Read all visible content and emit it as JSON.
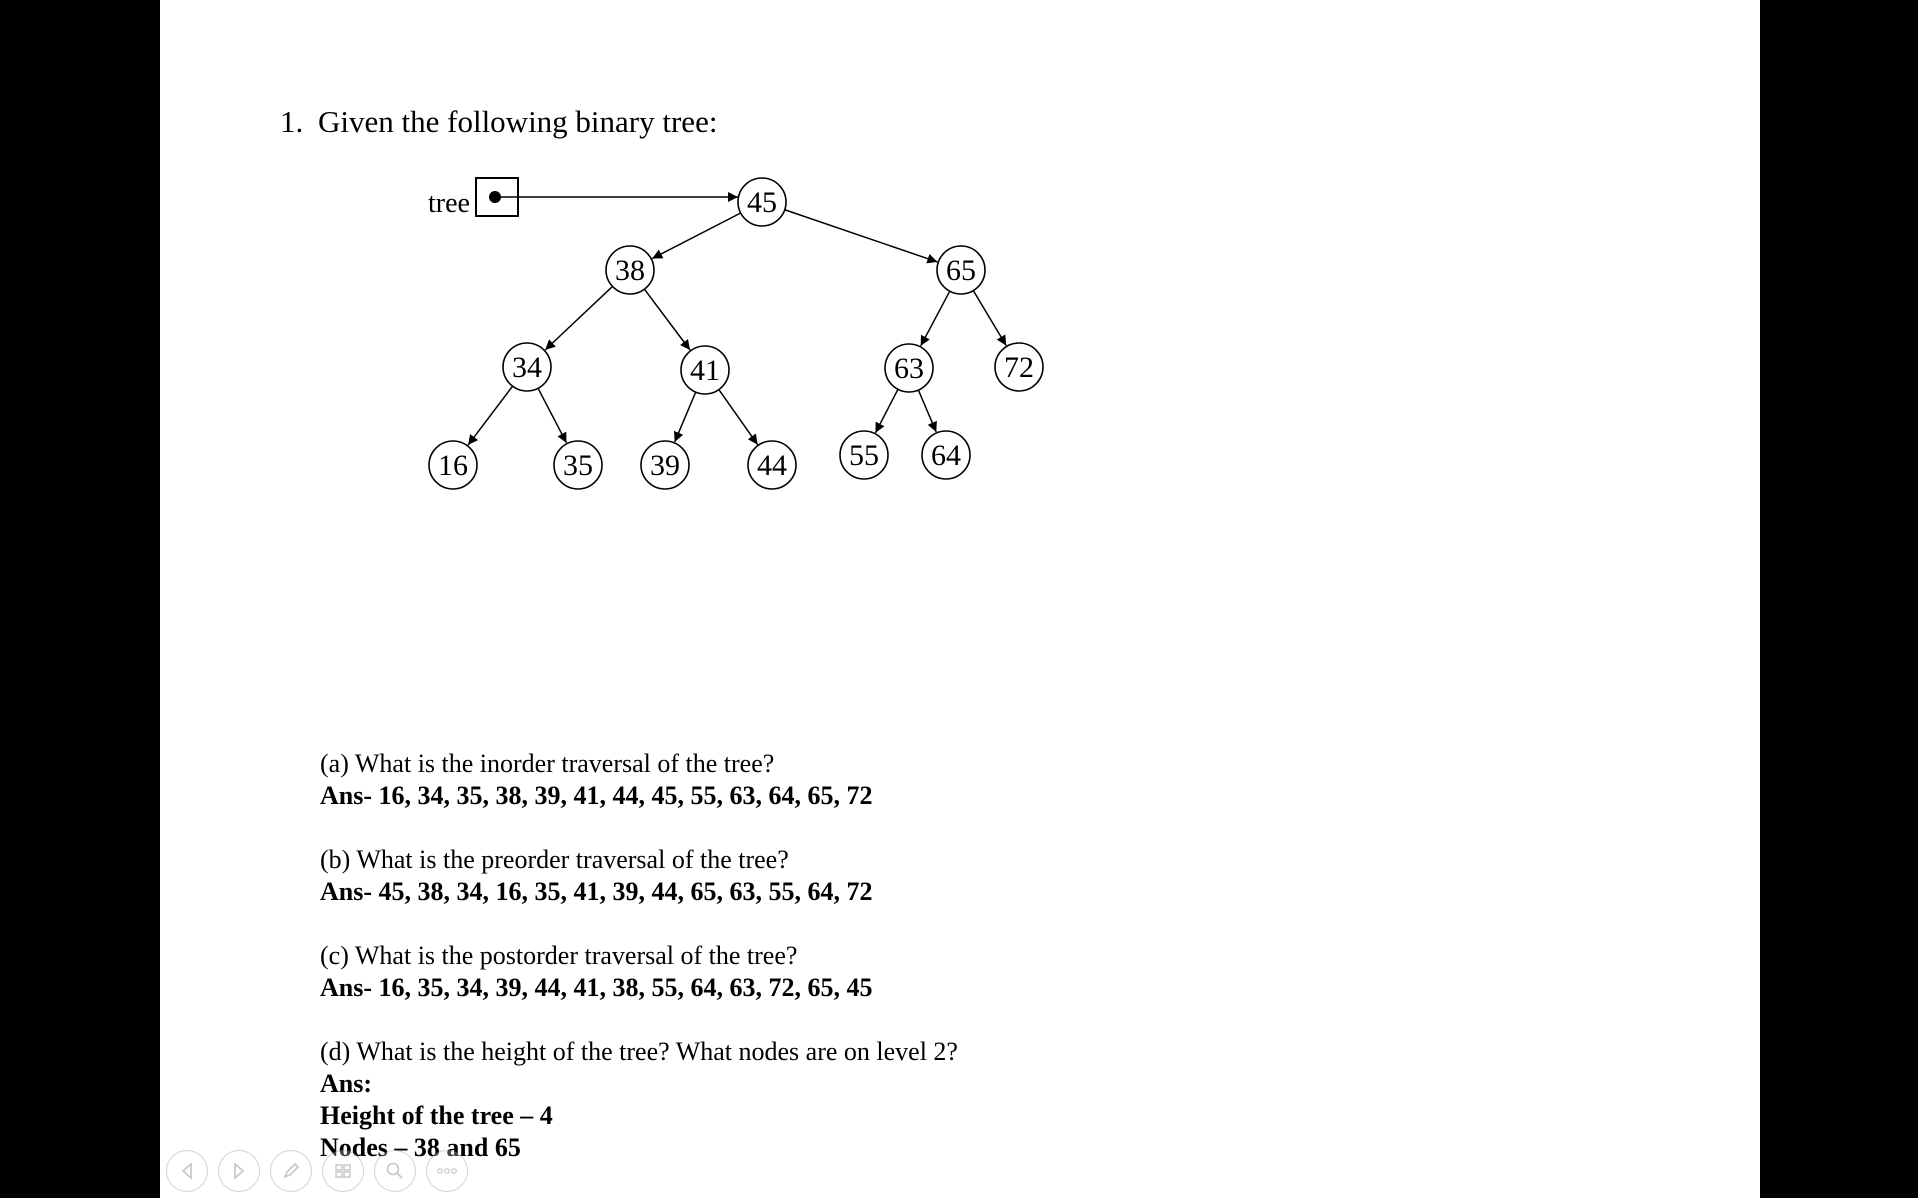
{
  "question": {
    "number": "1.",
    "text": "Given the following binary tree:"
  },
  "tree": {
    "label": "tree",
    "nodes": [
      {
        "key": "45"
      },
      {
        "key": "38"
      },
      {
        "key": "65"
      },
      {
        "key": "34"
      },
      {
        "key": "41"
      },
      {
        "key": "63"
      },
      {
        "key": "72"
      },
      {
        "key": "16"
      },
      {
        "key": "35"
      },
      {
        "key": "39"
      },
      {
        "key": "44"
      },
      {
        "key": "55"
      },
      {
        "key": "64"
      }
    ],
    "edges": [
      [
        "45",
        "38"
      ],
      [
        "45",
        "65"
      ],
      [
        "38",
        "34"
      ],
      [
        "38",
        "41"
      ],
      [
        "65",
        "63"
      ],
      [
        "65",
        "72"
      ],
      [
        "34",
        "16"
      ],
      [
        "34",
        "35"
      ],
      [
        "41",
        "39"
      ],
      [
        "41",
        "44"
      ],
      [
        "63",
        "55"
      ],
      [
        "63",
        "64"
      ]
    ]
  },
  "parts": {
    "a": {
      "question": "(a)  What is the inorder traversal of the tree?",
      "answer": "Ans- 16, 34, 35, 38, 39, 41, 44, 45, 55, 63, 64, 65, 72"
    },
    "b": {
      "question": "(b)  What is the preorder traversal of the tree?",
      "answer": "Ans- 45, 38, 34, 16, 35, 41, 39, 44, 65, 63, 55, 64, 72"
    },
    "c": {
      "question": "(c)  What is the postorder traversal of the tree?",
      "answer": "Ans- 16, 35, 34, 39, 44, 41, 38, 55, 64, 63, 72, 65, 45"
    },
    "d": {
      "question": "(d)  What is the height of the tree? What nodes are on level 2?",
      "answer_label": "Ans:",
      "height_line": "Height of the tree – 4",
      "nodes_line": "Nodes – 38 and 65"
    }
  },
  "navigation": {
    "icons": [
      "previous-icon",
      "next-icon",
      "pen-icon",
      "slides-icon",
      "zoom-icon",
      "more-icon"
    ]
  }
}
